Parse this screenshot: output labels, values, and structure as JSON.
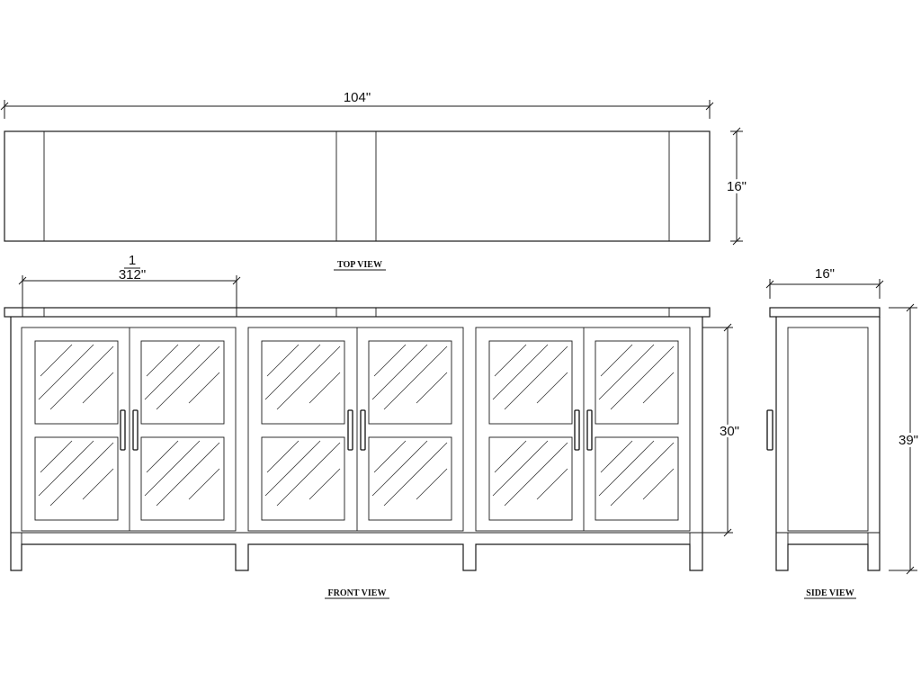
{
  "dimensions": {
    "top_width": "104\"",
    "top_depth": "16\"",
    "section_width_top": "1",
    "section_width_bottom": "312\"",
    "side_depth": "16\"",
    "carcass_height": "30\"",
    "overall_height": "39\""
  },
  "captions": {
    "top_view": "TOP VIEW",
    "front_view": "FRONT VIEW",
    "side_view": "SIDE VIEW"
  }
}
